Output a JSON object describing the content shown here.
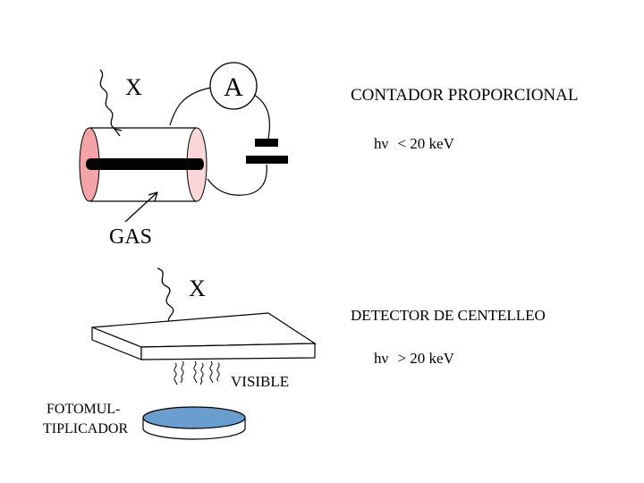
{
  "proportional_counter": {
    "title": "CONTADOR PROPORCIONAL",
    "radiation_label": "X",
    "ammeter_label": "A",
    "gas_label": "GAS",
    "energy_prefix": "hν",
    "energy_condition": "<  20 keV",
    "colors": {
      "end_cap_left": "#f4a3a6",
      "end_cap_right": "#fbd6d6",
      "wire": "#000000"
    }
  },
  "scintillation_detector": {
    "title": "DETECTOR DE CENTELLEO",
    "radiation_label": "X",
    "visible_label": "VISIBLE",
    "photomultiplier_label_line1": "FOTOMUL-",
    "photomultiplier_label_line2": "TIPLICADOR",
    "energy_prefix": "hν",
    "energy_condition": "> 20  keV",
    "colors": {
      "photocathode": "#6a9ecf"
    }
  }
}
